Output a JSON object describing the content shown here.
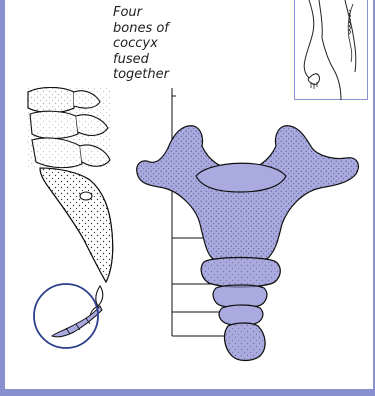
{
  "caption": {
    "lines": [
      "Four",
      "bones of",
      "coccyx",
      "fused",
      "together"
    ]
  },
  "colors": {
    "frame": "#8a8fcf",
    "bone_fill": "#a9abe0",
    "bone_stroke": "#1a1a1a",
    "highlight_circle": "#2c3f8c"
  },
  "figures": {
    "inset": "side-view body silhouette with spine",
    "left": "lumbar spine, sacrum and coccyx, side view",
    "right": "sacrum and coccyx, front view"
  }
}
